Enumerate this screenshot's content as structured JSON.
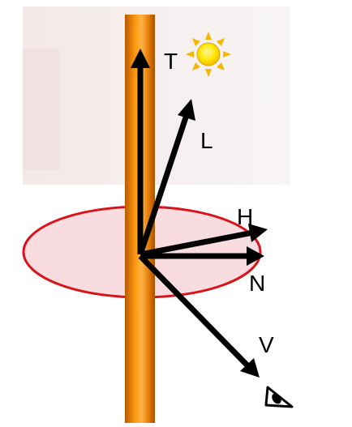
{
  "diagram": {
    "vectors": [
      {
        "id": "T",
        "label": "T"
      },
      {
        "id": "L",
        "label": "L"
      },
      {
        "id": "H",
        "label": "H"
      },
      {
        "id": "N",
        "label": "N"
      },
      {
        "id": "V",
        "label": "V"
      }
    ],
    "elements": {
      "light_source": "sun-icon",
      "viewer": "eye-icon",
      "strand": "hair-strand-cylinder",
      "tangent_plane": "normal-plane-ellipse"
    },
    "colors": {
      "strand_dark": "#b85a00",
      "strand_light": "#ffa21e",
      "ellipse_fill": "#f8dcdf",
      "ellipse_stroke": "#d8141a",
      "arrow": "#000000",
      "sun": "#ffe000",
      "sun_rays": "#f7b500",
      "background_photo": "#f1e7e7"
    }
  }
}
